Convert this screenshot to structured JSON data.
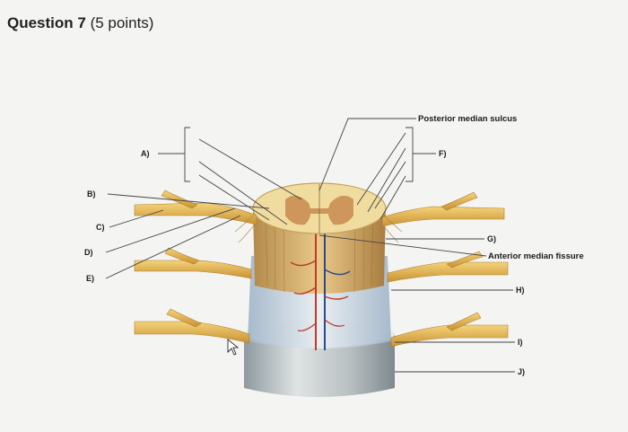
{
  "question": {
    "title": "Question 7",
    "points": "(5 points)"
  },
  "figure": {
    "labels": {
      "posterior_median_sulcus": "Posterior median sulcus",
      "anterior_median_fissure": "Anterior median fissure",
      "A": "A)",
      "B": "B)",
      "C": "C)",
      "D": "D)",
      "E": "E)",
      "F": "F)",
      "G": "G)",
      "H": "H)",
      "I": "I)",
      "J": "J)"
    },
    "colors": {
      "nerve": "#e7b54a",
      "gray_matter": "#c98a4f",
      "white_matter": "#f3dfa6",
      "meninges": "#b9c8d6",
      "artery": "#c0392b",
      "vein": "#2e4a8c"
    }
  }
}
